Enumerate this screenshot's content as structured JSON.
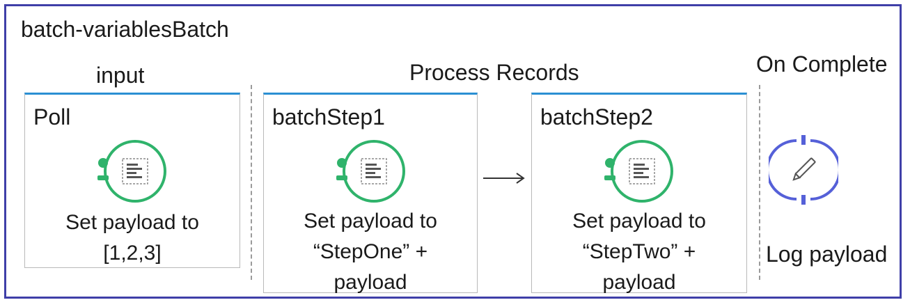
{
  "flow": {
    "title": "batch-variablesBatch"
  },
  "sections": {
    "input_label": "input",
    "process_label": "Process Records",
    "complete_label": "On Complete"
  },
  "steps": [
    {
      "title": "Poll",
      "text": "Set payload to\n[1,2,3]"
    },
    {
      "title": "batchStep1",
      "text": "Set payload to\n“StepOne” +\npayload"
    },
    {
      "title": "batchStep2",
      "text": "Set payload to\n“StepTwo” +\npayload"
    }
  ],
  "logger": {
    "text": "Log payload"
  },
  "icons": {
    "set_payload": "set-payload-icon",
    "logger": "pencil-icon",
    "arrow": "arrow-right-icon"
  },
  "colors": {
    "frame_border": "#3f3fa8",
    "card_top": "#2a8fd3",
    "component_green": "#2fb36b",
    "logger_ring": "#5560d8"
  }
}
